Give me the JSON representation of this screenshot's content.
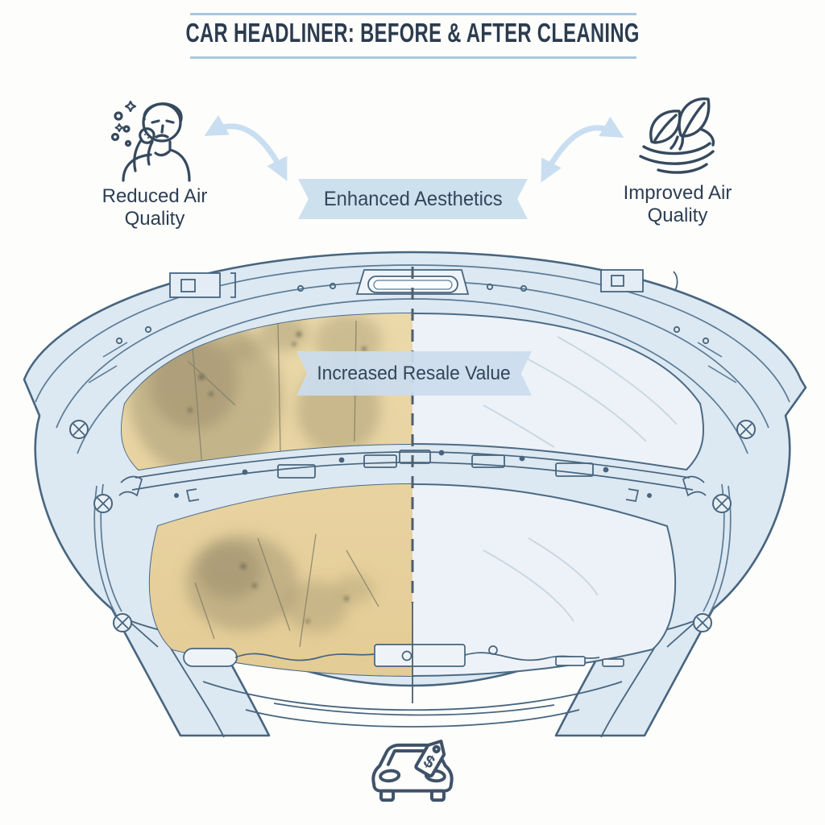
{
  "title": {
    "text": "CAR HEADLINER: BEFORE & AFTER CLEANING"
  },
  "benefits": {
    "left": {
      "label": "Reduced Air Quality",
      "icon": "person-coughing-icon"
    },
    "center": {
      "label": "Enhanced Aesthetics"
    },
    "right": {
      "label": "Improved Air Quality",
      "icon": "fresh-leaves-icon"
    },
    "resale": {
      "label": "Increased Resale Value"
    }
  },
  "footer": {
    "icon": "car-price-tag-icon"
  },
  "colors": {
    "background": "#fdfdfc",
    "title_text": "#2c3c4e",
    "label_text": "#2d3e52",
    "rule_blue": "#aac8dc",
    "banner_bg": "#cde0ee",
    "banner_text": "#31465a",
    "arrow_blue": "#c9def1",
    "ink": "#36495d",
    "frame_fill": "#dce8f2",
    "frame_stroke": "#47657e",
    "clean_panel": "#edf2f8",
    "dirty_panel": "#e8d2a0",
    "stain": "#a0946f",
    "divider": "#4e5f6e"
  }
}
